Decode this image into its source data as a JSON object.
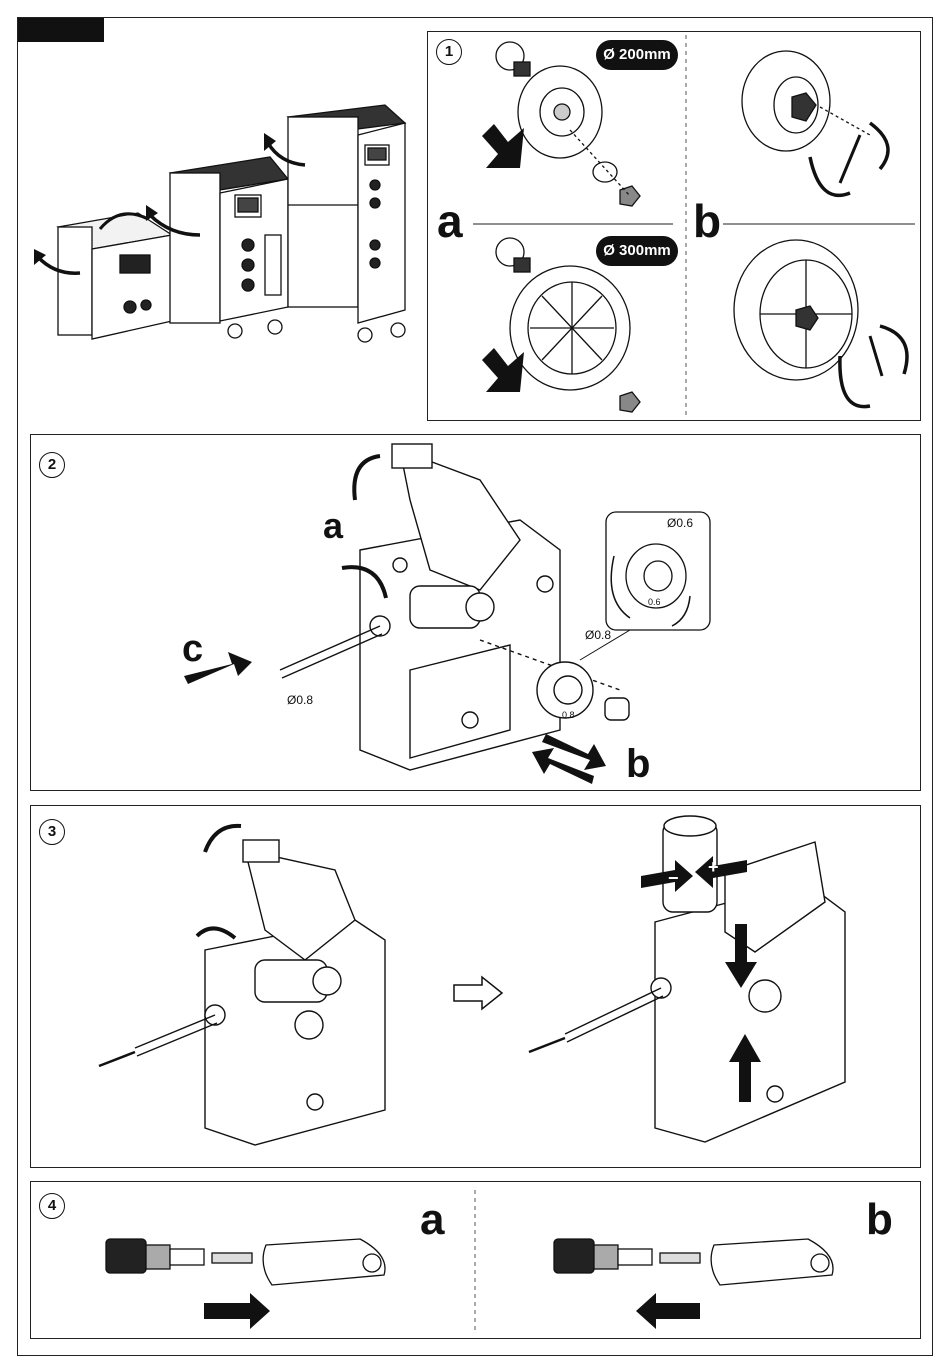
{
  "header": {
    "tab_color": "#111111"
  },
  "step1": {
    "number": "1",
    "variant_a_letter": "a",
    "variant_b_letter": "b",
    "spool_small_label": "Ø 200mm",
    "spool_large_label": "Ø 300mm"
  },
  "step2": {
    "number": "2",
    "letter_a": "a",
    "letter_b": "b",
    "letter_c": "c",
    "wire_diameter": "Ø0.8",
    "roller_groove_label": "Ø0.8",
    "roller_engraving": "0.8",
    "detail_groove_label": "Ø0.6",
    "detail_engraving": "0.6"
  },
  "step3": {
    "number": "3",
    "tension_minus": "−",
    "tension_plus": "+"
  },
  "step4": {
    "number": "4",
    "letter_a": "a",
    "letter_b": "b"
  },
  "icons": {
    "rotate_arrow": "curved-arrow-icon",
    "push_arrow": "straight-arrow-icon",
    "next_arrow": "outline-arrow-icon",
    "hex_key": "hex-key-icon"
  }
}
